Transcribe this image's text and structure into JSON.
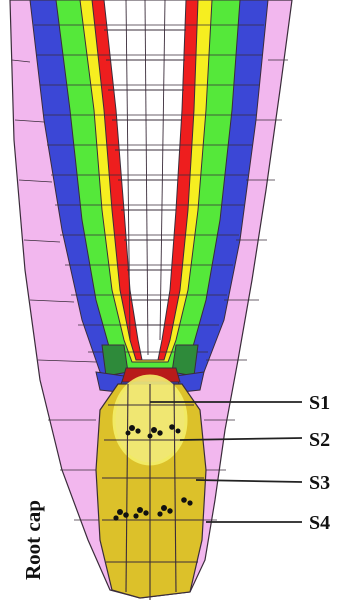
{
  "labels": {
    "s1": "S1",
    "s2": "S2",
    "s3": "S3",
    "s4": "S4",
    "root_cap": "Root cap"
  },
  "colors": {
    "background": "#ffffff",
    "cell_outline": "#3a2c3a",
    "epidermis_lateral_root_cap": "#f2b7ee",
    "cortex": "#3b47d6",
    "endodermis": "#55e83a",
    "pericycle": "#f6ee20",
    "vascular_outer": "#ee1e1e",
    "stele": "#ffffff",
    "quiescent_center": "#b81a1a",
    "initials": "#2e8a3a",
    "columella": "#dcc12a",
    "statolith_highlight": "#f3ec7a",
    "statolith": "#111111",
    "leader_line": "#222222"
  },
  "legend_items": [
    {
      "key": "S1"
    },
    {
      "key": "S2"
    },
    {
      "key": "S3"
    },
    {
      "key": "S4"
    }
  ]
}
